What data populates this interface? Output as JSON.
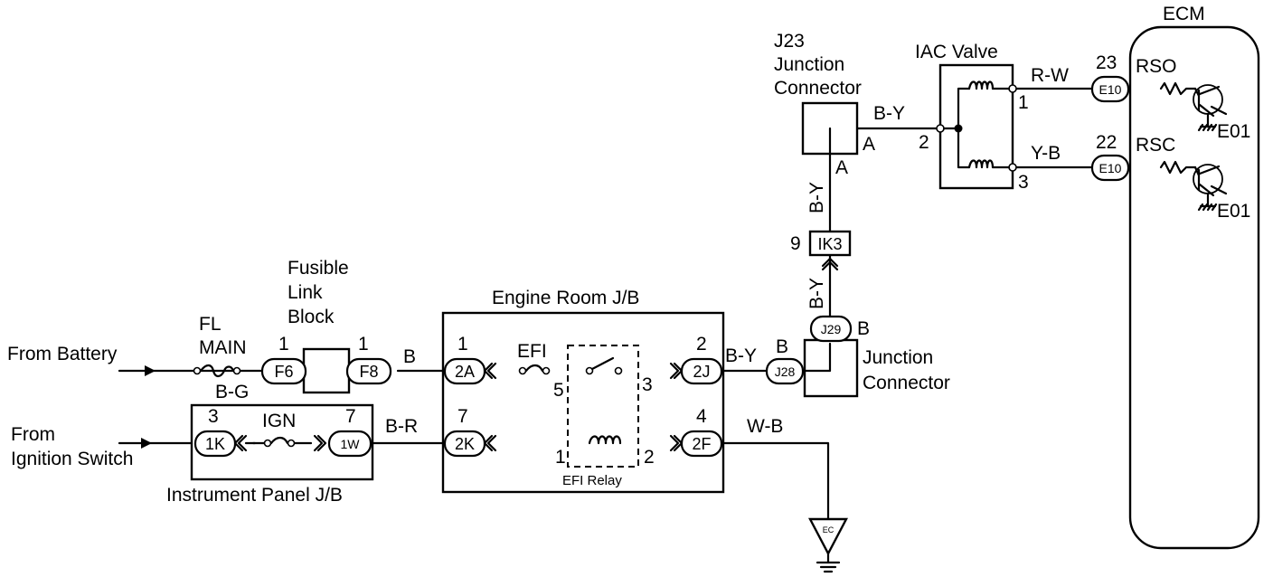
{
  "ecm": {
    "title": "ECM",
    "rso": "RSO",
    "rsc": "RSC",
    "e01_top": "E01",
    "e01_bottom": "E01",
    "pin_23": "23",
    "pin_22": "22"
  },
  "iac_valve": {
    "title": "IAC Valve",
    "pin_1": "1",
    "pin_2": "2",
    "pin_3": "3"
  },
  "j23": {
    "line1": "J23",
    "line2": "Junction",
    "line3": "Connector",
    "pin_a_right": "A",
    "pin_a_bottom": "A"
  },
  "j29_connector": {
    "line1": "Junction",
    "line2": "Connector",
    "pin_b_top": "B",
    "pin_b_left": "B"
  },
  "fusible_link": {
    "line1": "Fusible",
    "line2": "Link",
    "line3": "Block",
    "pin_f6": "1",
    "pin_f8": "1"
  },
  "fl_main": {
    "line1": "FL",
    "line2": "MAIN"
  },
  "sources": {
    "battery": "From Battery",
    "ign_line1": "From",
    "ign_line2": "Ignition Switch"
  },
  "engine_room_jb": {
    "title": "Engine Room J/B",
    "pin_2a": "1",
    "pin_2j": "2",
    "pin_2k": "7",
    "pin_2f": "4",
    "fuse": "EFI",
    "relay": "EFI Relay",
    "relay_5": "5",
    "relay_3": "3",
    "relay_1": "1",
    "relay_2": "2"
  },
  "instrument_panel_jb": {
    "title": "Instrument Panel J/B",
    "fuse": "IGN",
    "pin_1k": "3",
    "pin_1w": "7"
  },
  "ik3": {
    "pin": "9"
  },
  "connectors": {
    "f6": "F6",
    "f8": "F8",
    "a2": "2A",
    "j2": "2J",
    "k2": "2K",
    "f2": "2F",
    "k1": "1K",
    "w1": "1W",
    "j28": "J28",
    "j29": "J29",
    "ik3": "IK3",
    "e10_top": "E10",
    "e10_bottom": "E10",
    "ground": "EC"
  },
  "wires": {
    "b_g": "B-G",
    "b": "B",
    "b_r": "B-R",
    "b_y_erjb": "B-Y",
    "b_j28": "B",
    "w_b": "W-B",
    "b_y_vert1": "B-Y",
    "b_y_vert2": "B-Y",
    "b_y_top": "B-Y",
    "r_w": "R-W",
    "y_b": "Y-B"
  }
}
